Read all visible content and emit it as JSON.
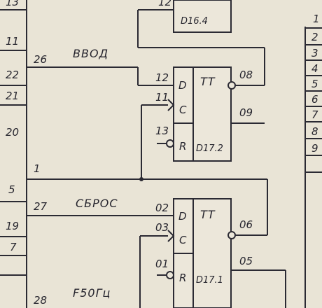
{
  "colors": {
    "paper": "#e9e4d6",
    "ink": "#2b2a33"
  },
  "left_connector": {
    "pins": [
      "13",
      "11",
      "22",
      "21",
      "20",
      "5",
      "19",
      "7"
    ]
  },
  "left_bus_labels": {
    "vvod_pin": "26",
    "sbros_pin": "27",
    "f50_pin": "28",
    "junction": "1"
  },
  "right_connector": {
    "pins": [
      "1",
      "2",
      "3",
      "4",
      "5",
      "6",
      "7",
      "8",
      "9"
    ]
  },
  "signals": {
    "vvod": "ВВОД",
    "sbros": "СБРОС",
    "f50": "F50Гц"
  },
  "chips": {
    "top": {
      "ref": "D16.4",
      "pin": "12"
    },
    "ff1": {
      "ref": "D17.2",
      "type": "TT",
      "inputs": {
        "d": "D",
        "c": "C",
        "r": "R"
      },
      "pin_d": "12",
      "pin_c": "11",
      "pin_r": "13",
      "pin_q": "08",
      "pin_nq": "09"
    },
    "ff2": {
      "ref": "D17.1",
      "type": "TT",
      "inputs": {
        "d": "D",
        "c": "C",
        "r": "R"
      },
      "pin_d": "02",
      "pin_c": "03",
      "pin_r": "01",
      "pin_q": "06",
      "pin_nq": "05"
    }
  }
}
